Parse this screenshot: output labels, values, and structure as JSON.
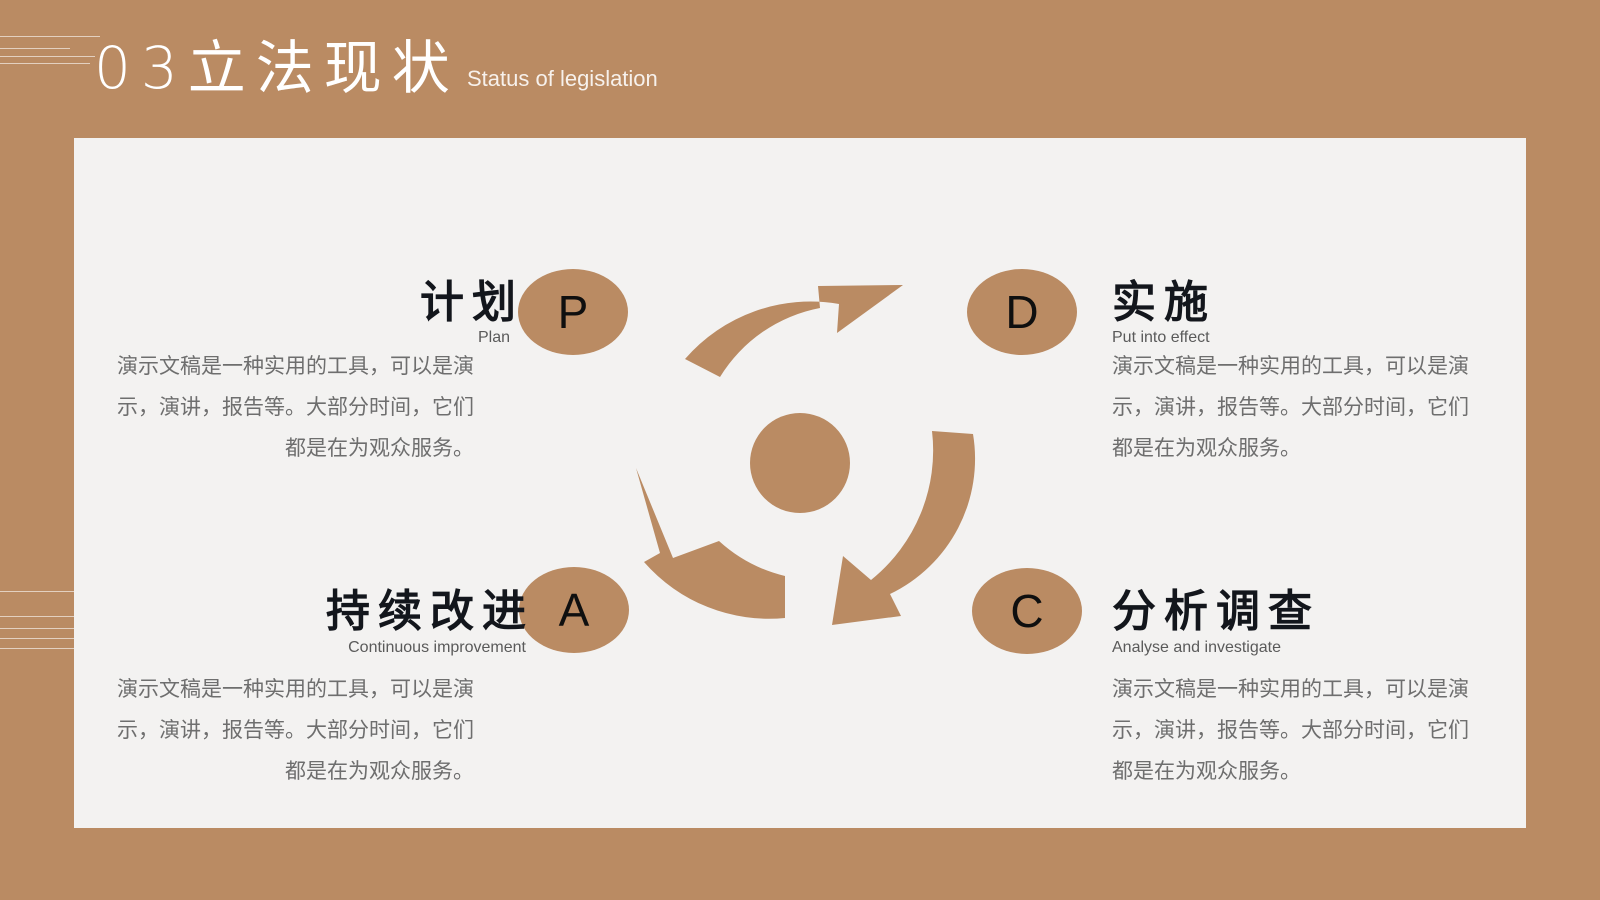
{
  "header": {
    "title": "03立法现状",
    "subtitle": "Status of legislation"
  },
  "colors": {
    "background": "#BA8B63",
    "panel": "#F3F2F1",
    "accent": "#BA8B63",
    "heading": "#13161C",
    "text": "#6E6E6E"
  },
  "cycle": {
    "steps": [
      {
        "letter": "P",
        "title": "计划",
        "subtitle": "Plan",
        "description": "演示文稿是一种实用的工具，可以是演示，演讲，报告等。大部分时间，它们都是在为观众服务。"
      },
      {
        "letter": "D",
        "title": "实施",
        "subtitle": "Put into effect",
        "description": "演示文稿是一种实用的工具，可以是演示，演讲，报告等。大部分时间，它们都是在为观众服务。"
      },
      {
        "letter": "A",
        "title": "持续改进",
        "subtitle": "Continuous improvement",
        "description": "演示文稿是一种实用的工具，可以是演示，演讲，报告等。大部分时间，它们都是在为观众服务。"
      },
      {
        "letter": "C",
        "title": "分析调查",
        "subtitle": "Analyse and investigate",
        "description": "演示文稿是一种实用的工具，可以是演示，演讲，报告等。大部分时间，它们都是在为观众服务。"
      }
    ]
  }
}
